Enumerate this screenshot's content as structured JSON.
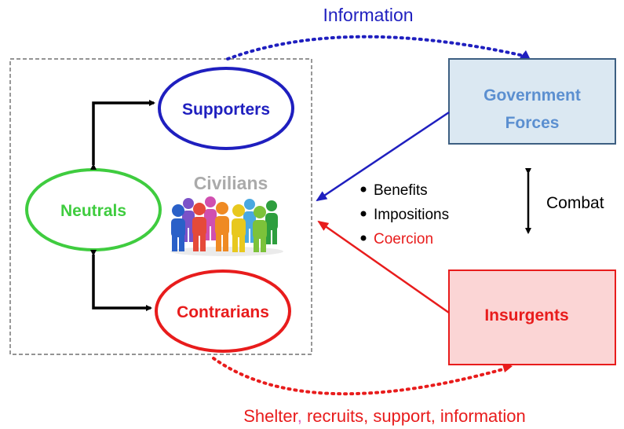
{
  "top_label": "Information",
  "bottom_label": {
    "part1": "Shelter",
    "comma": ",",
    "part2": " recruits, support, information"
  },
  "civilians": {
    "title": "Civilians",
    "supporters": "Supporters",
    "neutrals": "Neutrals",
    "contrarians": "Contrarians"
  },
  "government": {
    "line1": "Government",
    "line2": "Forces"
  },
  "insurgents": "Insurgents",
  "combat": "Combat",
  "influences": [
    "Benefits",
    "Impositions",
    "Coercion"
  ],
  "colors": {
    "blue": "#1f1fbf",
    "light_blue_text": "#5b8fd0",
    "green": "#3fcc3f",
    "red": "#e81c1c",
    "gray": "#aaaaaa",
    "gov_fill": "#dbe8f2",
    "gov_stroke": "#3d5f82",
    "ins_fill": "#fbd5d5",
    "magenta": "#e060c0"
  },
  "people_icon": "crowd-of-colorful-people-icon"
}
